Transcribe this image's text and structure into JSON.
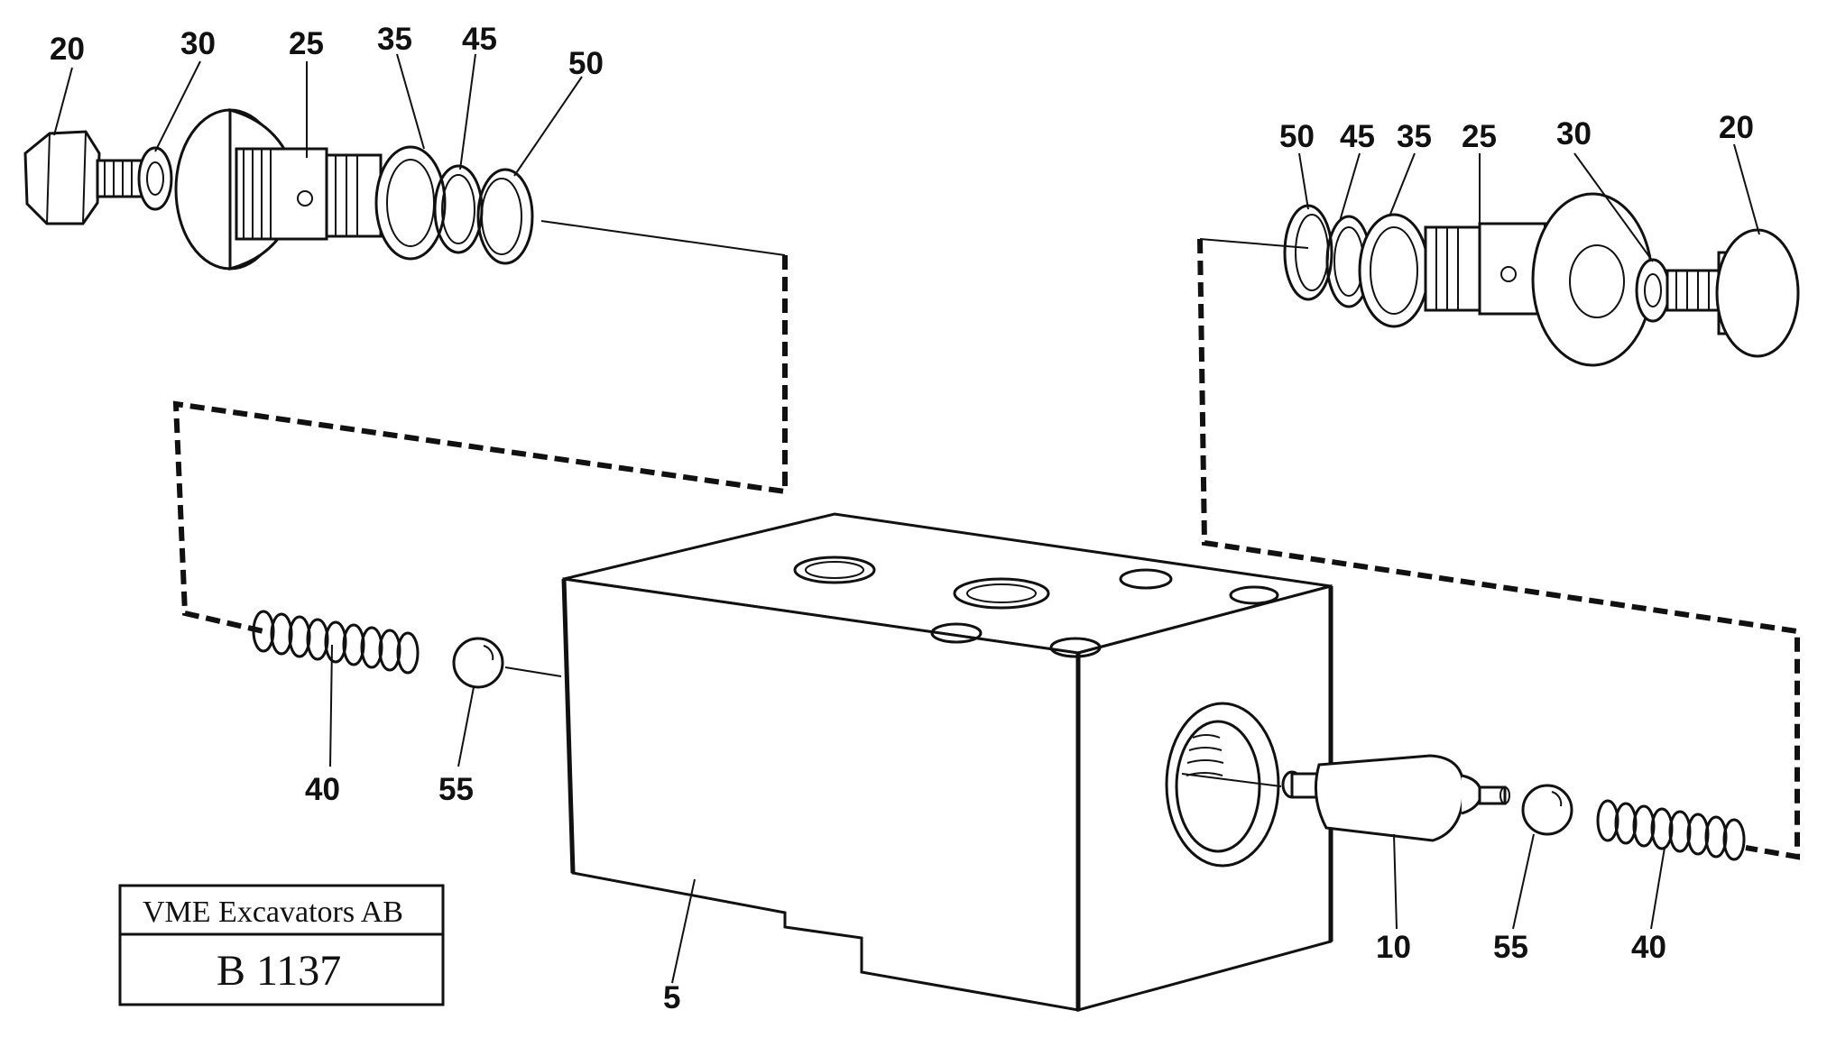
{
  "callouts": {
    "tl_20": "20",
    "tl_30": "30",
    "tl_25": "25",
    "tl_35": "35",
    "tl_45": "45",
    "tl_50": "50",
    "tr_50": "50",
    "tr_45": "45",
    "tr_35": "35",
    "tr_25": "25",
    "tr_30": "30",
    "tr_20": "20",
    "l_40": "40",
    "l_55": "55",
    "b_5": "5",
    "b_10": "10",
    "b_55": "55",
    "b_40": "40"
  },
  "stamp": {
    "company": "VME Excavators AB",
    "code": "B 1137"
  },
  "parts": {
    "valve_block": "5",
    "piston": "10",
    "plug": "20",
    "cartridge": "25",
    "washer": "30",
    "seal_ring": "35",
    "o_ring": "45",
    "backup_ring": "50",
    "spring": "40",
    "ball": "55"
  }
}
